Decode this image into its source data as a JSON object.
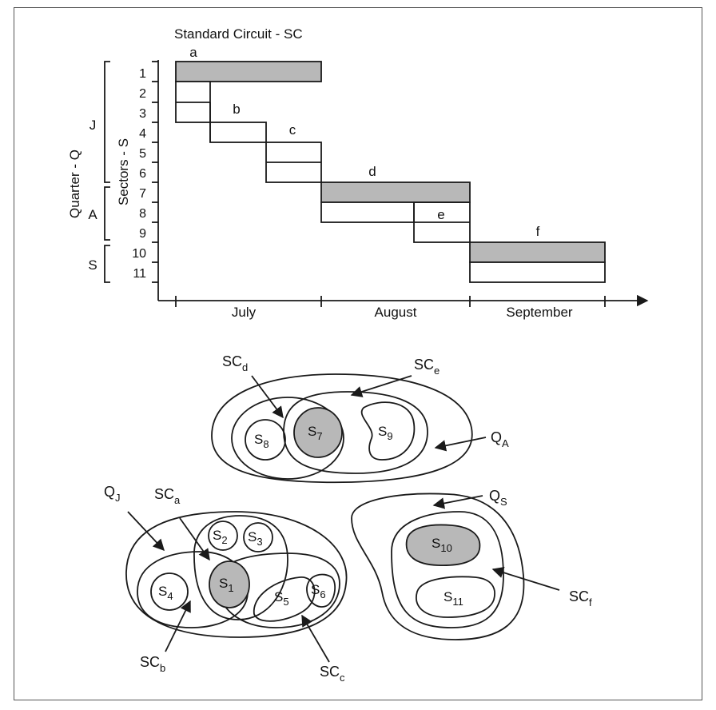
{
  "title": "Standard Circuit - SC",
  "y_axis_outer_label": "Quarter - Q",
  "y_axis_inner_label": "Sectors - S",
  "quarters": [
    "J",
    "A",
    "S"
  ],
  "sectors": [
    "1",
    "2",
    "3",
    "4",
    "5",
    "6",
    "7",
    "8",
    "9",
    "10",
    "11"
  ],
  "months": [
    "July",
    "August",
    "September"
  ],
  "circuit_letters": [
    "a",
    "b",
    "c",
    "d",
    "e",
    "f"
  ],
  "colors": {
    "shade": "#b8b8b8",
    "line": "#1a1a1a"
  },
  "venn": {
    "quarter_labels": [
      {
        "base": "Q",
        "sub": "A"
      },
      {
        "base": "Q",
        "sub": "J"
      },
      {
        "base": "Q",
        "sub": "S"
      }
    ],
    "circuit_labels": [
      {
        "base": "SC",
        "sub": "d"
      },
      {
        "base": "SC",
        "sub": "e"
      },
      {
        "base": "SC",
        "sub": "a"
      },
      {
        "base": "SC",
        "sub": "b"
      },
      {
        "base": "SC",
        "sub": "c"
      },
      {
        "base": "SC",
        "sub": "f"
      }
    ],
    "sector_labels": [
      {
        "base": "S",
        "sub": "8"
      },
      {
        "base": "S",
        "sub": "7"
      },
      {
        "base": "S",
        "sub": "9"
      },
      {
        "base": "S",
        "sub": "2"
      },
      {
        "base": "S",
        "sub": "3"
      },
      {
        "base": "S",
        "sub": "4"
      },
      {
        "base": "S",
        "sub": "1"
      },
      {
        "base": "S",
        "sub": "5"
      },
      {
        "base": "S",
        "sub": "6"
      },
      {
        "base": "S",
        "sub": "10"
      },
      {
        "base": "S",
        "sub": "11"
      }
    ]
  }
}
